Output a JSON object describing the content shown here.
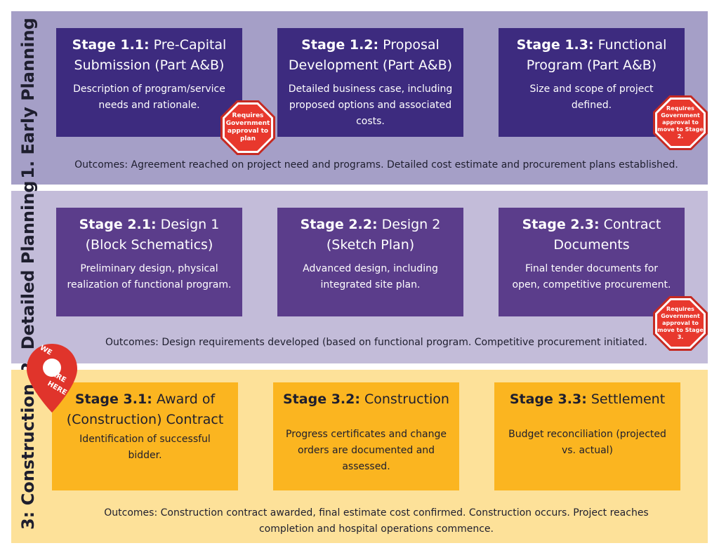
{
  "bands": [
    {
      "label": "1. Early Planning",
      "outcome": "Outcomes: Agreement reached on project need and programs. Detailed cost estimate and procurement plans established.",
      "stages": [
        {
          "num": "Stage 1.1:",
          "name_line1": "Pre-Capital",
          "name_line2": "Submission (Part A&B)",
          "desc_line1": "Description of program/service",
          "desc_line2": "needs and rationale.",
          "desc_line3": ""
        },
        {
          "num": "Stage 1.2:",
          "name_line1": "Proposal",
          "name_line2": "Development (Part A&B)",
          "desc_line1": "Detailed business case, including",
          "desc_line2": "proposed options and associated",
          "desc_line3": "costs."
        },
        {
          "num": "Stage 1.3:",
          "name_line1": "Functional",
          "name_line2": "Program (Part A&B)",
          "desc_line1": "Size and scope of project",
          "desc_line2": "defined.",
          "desc_line3": ""
        }
      ]
    },
    {
      "label": "2. Detailed Planning",
      "outcome": "Outcomes: Design requirements developed (based on functional program. Competitive procurement initiated.",
      "stages": [
        {
          "num": "Stage 2.1:",
          "name_line1": "Design 1",
          "name_line2": "(Block Schematics)",
          "desc_line1": "Preliminary design, physical",
          "desc_line2": "realization of functional program.",
          "desc_line3": ""
        },
        {
          "num": "Stage 2.2:",
          "name_line1": "Design 2",
          "name_line2": "(Sketch Plan)",
          "desc_line1": "Advanced design, including",
          "desc_line2": "integrated site plan.",
          "desc_line3": ""
        },
        {
          "num": "Stage 2.3:",
          "name_line1": "Contract",
          "name_line2": "Documents",
          "desc_line1": "Final tender documents for",
          "desc_line2": "open, competitive procurement.",
          "desc_line3": ""
        }
      ]
    },
    {
      "label": "3: Construction",
      "outcome_line1": "Outcomes: Construction contract awarded, final estimate cost confirmed. Construction occurs. Project reaches",
      "outcome_line2": "completion and hospital operations commence.",
      "stages": [
        {
          "num": "Stage 3.1:",
          "name_line1": "Award of",
          "name_line2": "(Construction) Contract",
          "desc_line1": "Identification of successful",
          "desc_line2": "bidder.",
          "desc_line3": ""
        },
        {
          "num": "Stage 3.2:",
          "name_line1": "Construction",
          "name_line2": "",
          "desc_line1": "Progress certificates and change",
          "desc_line2": "orders are documented and",
          "desc_line3": "assessed."
        },
        {
          "num": "Stage 3.3:",
          "name_line1": "Settlement",
          "name_line2": "",
          "desc_line1": "Budget reconciliation (projected",
          "desc_line2": "vs. actual)",
          "desc_line3": ""
        }
      ]
    }
  ],
  "badges": {
    "approval_plan": {
      "l1": "Requires",
      "l2": "Government",
      "l3": "approval to",
      "l4": "plan",
      "l5": ""
    },
    "approval_stage2": {
      "l1": "Requires",
      "l2": "Government",
      "l3": "approval to",
      "l4": "move to Stage",
      "l5": "2."
    },
    "approval_stage3": {
      "l1": "Requires",
      "l2": "Government",
      "l3": "approval to",
      "l4": "move to Stage",
      "l5": "3."
    }
  },
  "pin": {
    "l1": "WE",
    "l2": "ARE",
    "l3": "HERE"
  },
  "colors": {
    "band1": "#a59fc7",
    "band2": "#c3bcd9",
    "band3": "#fde199",
    "stage1": "#3d2b7f",
    "stage2": "#5b3d8b",
    "stage3": "#fbb520",
    "badge": "#e8382d"
  }
}
